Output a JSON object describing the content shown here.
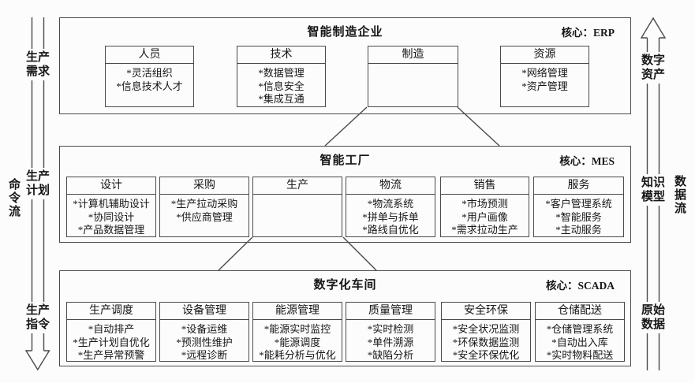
{
  "canvas": {
    "background": "#fcfcfc",
    "line_color": "#4a4a4a",
    "text_color": "#161616"
  },
  "left_flow": {
    "outer_label": "命令流",
    "direction": "down",
    "stages": [
      {
        "label": "生产需求"
      },
      {
        "label": "生产计划"
      },
      {
        "label": "生产指令"
      }
    ]
  },
  "right_flow": {
    "outer_label": "数据流",
    "direction": "up",
    "stages": [
      {
        "label": "数字资产"
      },
      {
        "label": "知识模型"
      },
      {
        "label": "原始数据"
      }
    ]
  },
  "levels": [
    {
      "title": "智能制造企业",
      "core_label": "核心：ERP",
      "boxes": [
        {
          "title": "人员",
          "items": [
            "*灵活组织",
            "*信息技术人才"
          ]
        },
        {
          "title": "技术",
          "items": [
            "*数据管理",
            "*信息安全",
            "*集成互通"
          ]
        },
        {
          "title": "制造",
          "items": []
        },
        {
          "title": "资源",
          "items": [
            "*网络管理",
            "*资产管理"
          ]
        }
      ]
    },
    {
      "title": "智能工厂",
      "core_label": "核心：MES",
      "boxes": [
        {
          "title": "设计",
          "items": [
            "*计算机辅助设计",
            "*协同设计",
            "*产品数据管理"
          ]
        },
        {
          "title": "采购",
          "items": [
            "*生产拉动采购",
            "*供应商管理"
          ]
        },
        {
          "title": "生产",
          "items": []
        },
        {
          "title": "物流",
          "items": [
            "*物流系统",
            "*拼单与拆单",
            "*路线自优化"
          ]
        },
        {
          "title": "销售",
          "items": [
            "*市场预测",
            "*用户画像",
            "*需求拉动生产"
          ]
        },
        {
          "title": "服务",
          "items": [
            "*客户管理系统",
            "*智能服务",
            "*主动服务"
          ]
        }
      ]
    },
    {
      "title": "数字化车间",
      "core_label": "核心：SCADA",
      "boxes": [
        {
          "title": "生产调度",
          "items": [
            "*自动排产",
            "*生产计划自优化",
            "*生产异常预警"
          ]
        },
        {
          "title": "设备管理",
          "items": [
            "*设备运维",
            "*预测性维护",
            "*远程诊断"
          ]
        },
        {
          "title": "能源管理",
          "items": [
            "*能源实时监控",
            "*能源调度",
            "*能耗分析与优化"
          ]
        },
        {
          "title": "质量管理",
          "items": [
            "*实时检测",
            "*单件溯源",
            "*缺陷分析"
          ]
        },
        {
          "title": "安全环保",
          "items": [
            "*安全状况监测",
            "*环保数据监测",
            "*安全环保优化"
          ]
        },
        {
          "title": "仓储配送",
          "items": [
            "*仓储管理系统",
            "*自动出入库",
            "*实时物料配送"
          ]
        }
      ]
    }
  ]
}
